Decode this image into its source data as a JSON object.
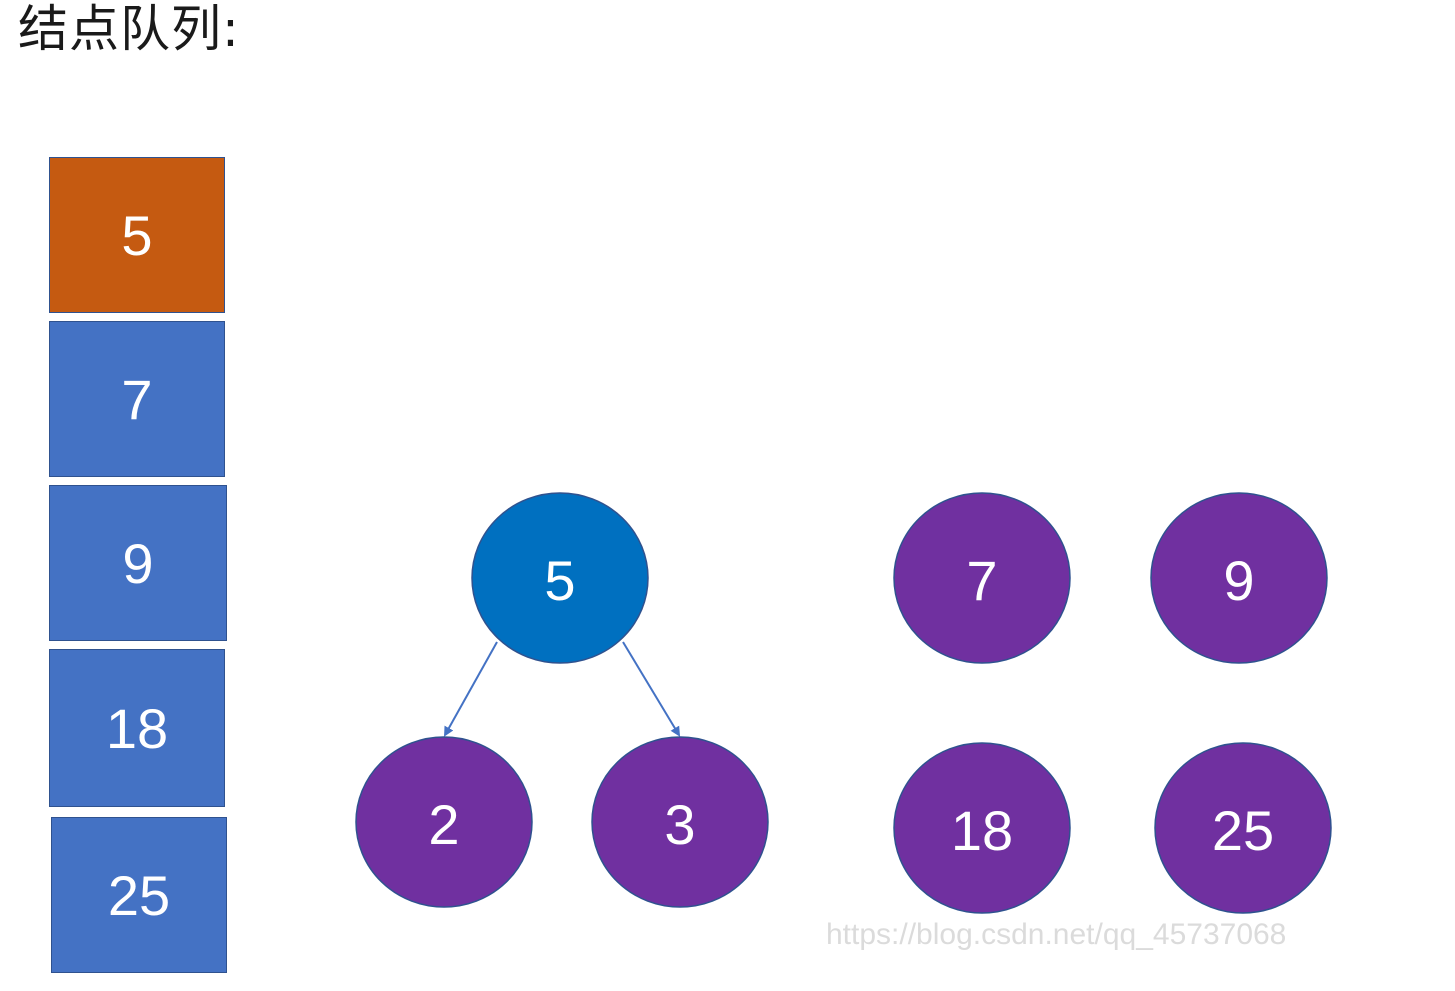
{
  "title": "结点队列:",
  "colors": {
    "queue_head": "#c55a11",
    "queue_cell": "#4472c4",
    "root_node": "#0070c0",
    "child_node": "#7030a0",
    "edge": "#4472c4"
  },
  "queue": {
    "items": [
      "5",
      "7",
      "9",
      "18",
      "25"
    ]
  },
  "tree": {
    "root": "5",
    "children": [
      "2",
      "3"
    ]
  },
  "remaining_nodes": [
    "7",
    "9",
    "18",
    "25"
  ],
  "watermark": "https://blog.csdn.net/qq_45737068"
}
